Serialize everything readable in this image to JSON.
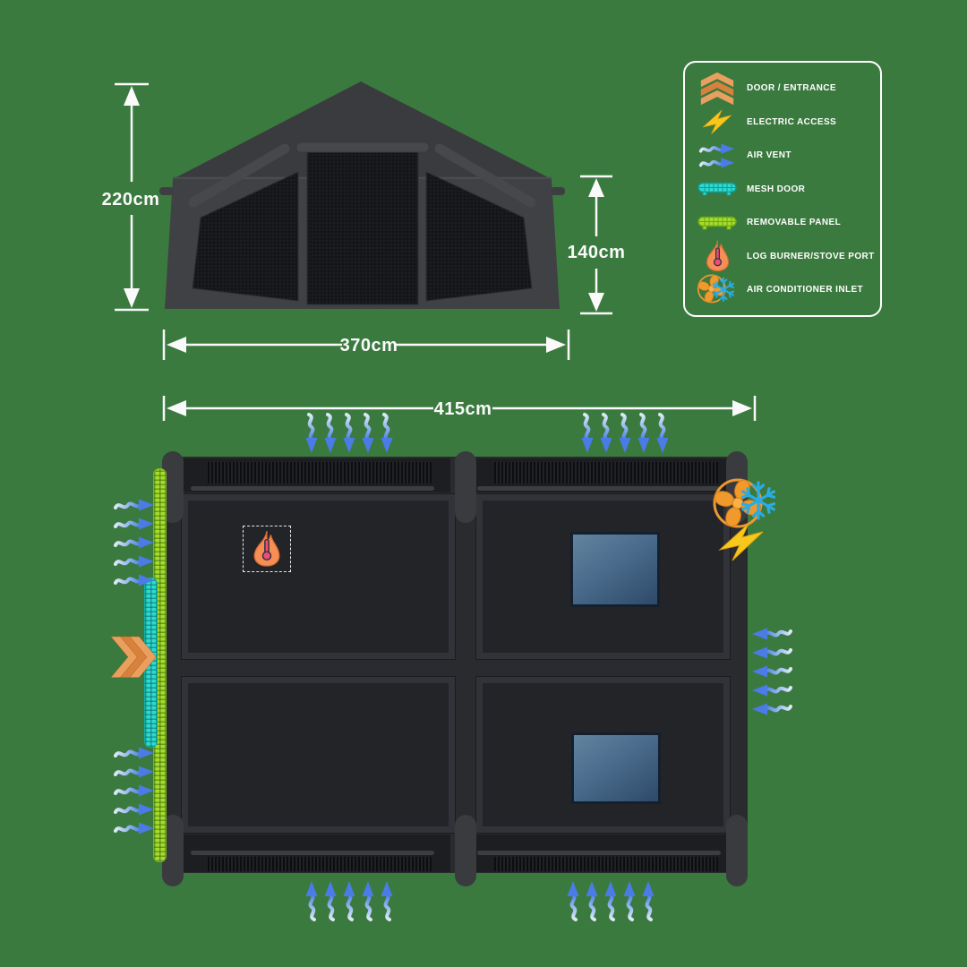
{
  "front_view": {
    "height_label": "220cm",
    "side_height_label": "140cm",
    "width_label": "370cm"
  },
  "floor_plan": {
    "width_label": "415cm"
  },
  "legend": {
    "items": [
      {
        "label": "DOOR / ENTRANCE",
        "icon": "door-entrance-icon"
      },
      {
        "label": "ELECTRIC ACCESS",
        "icon": "electric-access-icon"
      },
      {
        "label": "AIR VENT",
        "icon": "air-vent-icon"
      },
      {
        "label": "MESH DOOR",
        "icon": "mesh-door-icon"
      },
      {
        "label": "REMOVABLE PANEL",
        "icon": "removable-panel-icon"
      },
      {
        "label": "LOG BURNER/STOVE PORT",
        "icon": "log-burner-icon"
      },
      {
        "label": "AIR CONDITIONER INLET",
        "icon": "air-conditioner-icon"
      }
    ]
  },
  "colors": {
    "background": "#3B7A3F",
    "legend_border": "#FFFFFF",
    "dimension_lines": "#FAFAFA",
    "vent_blue": "#4D7FE8",
    "vent_blue_light": "#DCE9F8",
    "door_orange": "#E9A05F",
    "mesh_door_cyan": "#2FD9CF",
    "removable_panel_lime": "#A6DB2F",
    "bolt_yellow": "#F8C71C",
    "flame_orange": "#F58F55",
    "thermometer_red": "#EE4E73",
    "fan_orange": "#F09A2E",
    "snowflake_blue": "#29ACE4",
    "tent_gray": "#404144",
    "window_blue": "#3F5F80"
  }
}
